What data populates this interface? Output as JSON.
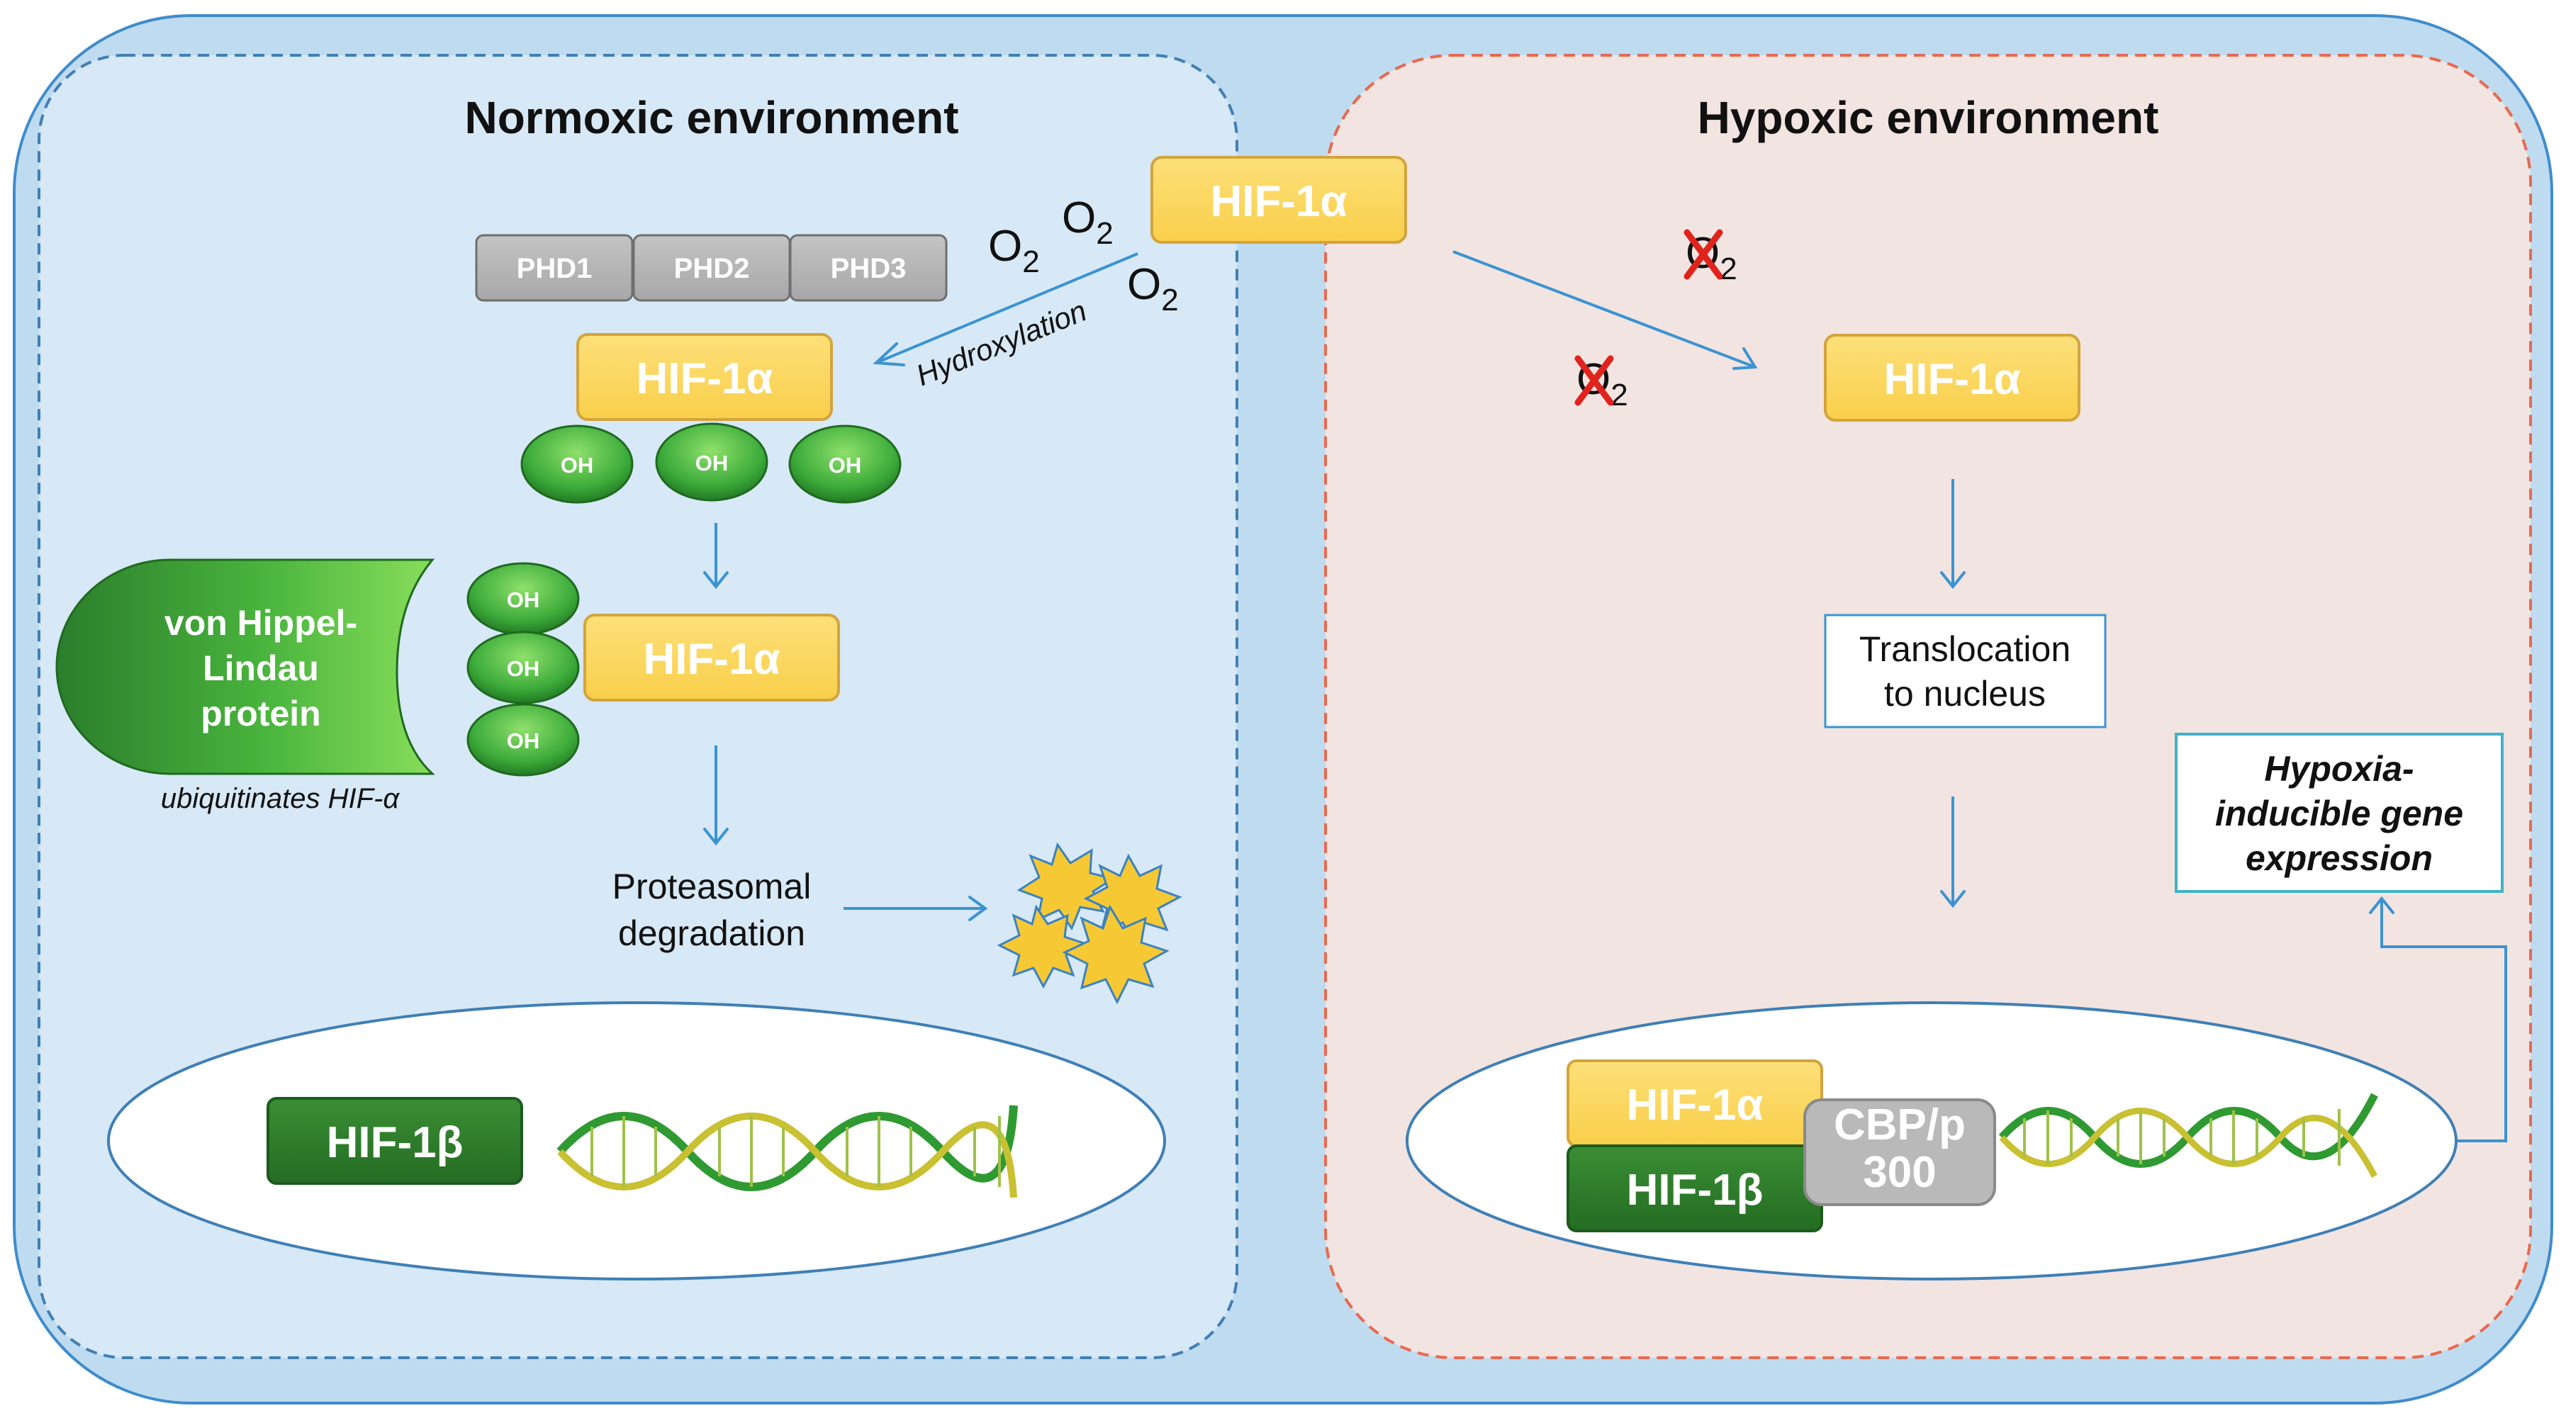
{
  "normoxic": {
    "title": "Normoxic environment",
    "phd": [
      "PHD1",
      "PHD2",
      "PHD3"
    ],
    "oxygen": {
      "base": "O",
      "sub": "2"
    },
    "hydroxylation": "Hydroxylation",
    "hif1a": "HIF-1α",
    "oh": "OH",
    "vhl_lines": [
      "von Hippel-",
      "Lindau",
      "protein"
    ],
    "ubiquitinates": "ubiquitinates HIF-α",
    "proteasomal_lines": [
      "Proteasomal",
      "degradation"
    ],
    "hif1b": "HIF-1β"
  },
  "top_hif1a": "HIF-1α",
  "hypoxic": {
    "title": "Hypoxic environment",
    "hif1a": "HIF-1α",
    "translocation_lines": [
      "Translocation",
      "to nucleus"
    ],
    "gene_lines": [
      "Hypoxia-",
      "inducible gene",
      "expression"
    ],
    "complex": {
      "hif1a": "HIF-1α",
      "hif1b": "HIF-1β",
      "cbp_lines": [
        "CBP/p",
        "300"
      ]
    }
  },
  "colors": {
    "hif1a_fill": "#fcd75c",
    "hif1a_stroke": "#d1a23a",
    "hif1b_fill": "#2e7d2c",
    "phd_fill": "#b4b4b4",
    "oh_green": "#38a83a",
    "arrow_blue": "#3b93d1",
    "normoxic_bg": "#d6e7f6",
    "hypoxic_bg": "#f1e3e0",
    "cell_bg": "#bdd9ef"
  }
}
